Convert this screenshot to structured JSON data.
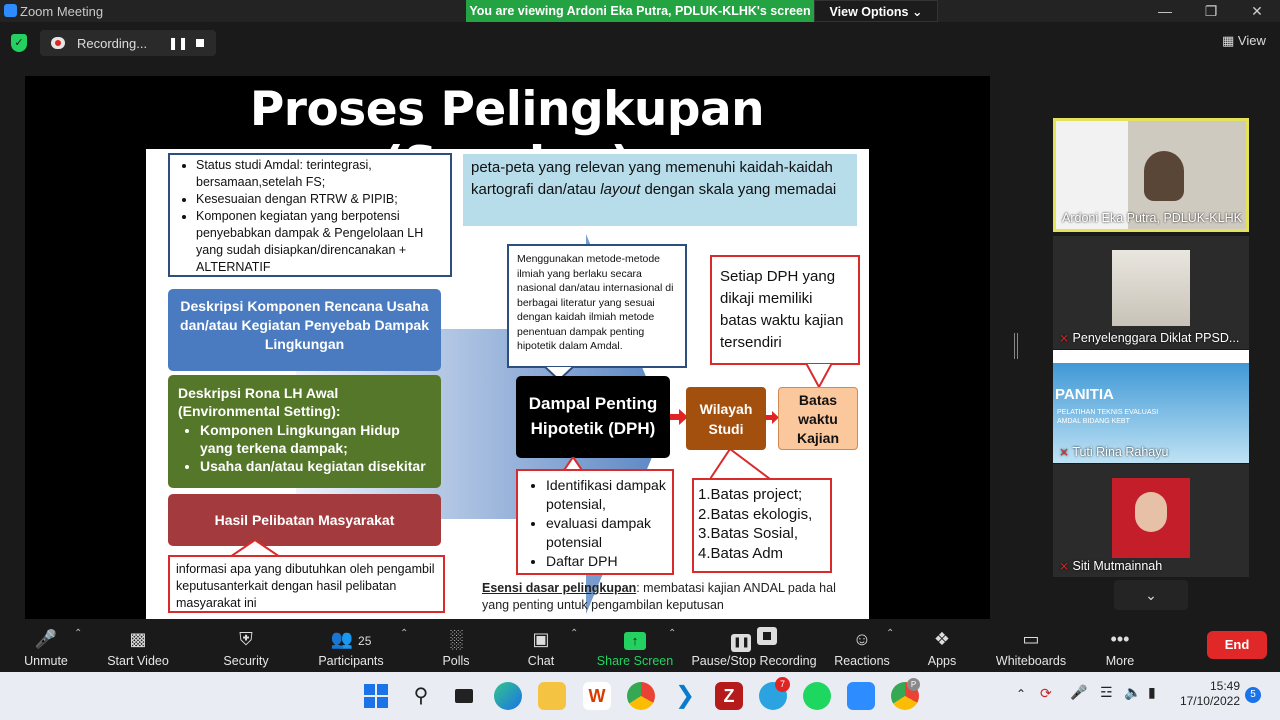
{
  "window": {
    "title": "Zoom Meeting",
    "banner": "You are viewing Ardoni Eka Putra, PDLUK-KLHK's screen",
    "view_options": "View Options ⌄",
    "recording_label": "Recording...",
    "view_label": "View"
  },
  "slide": {
    "title": "Proses Pelingkupan (Scoping)",
    "top_left_bullets": [
      "Status studi Amdal: terintegrasi, bersamaan,setelah FS;",
      "Kesesuaian dengan RTRW & PIPIB;",
      "Komponen kegiatan yang berpotensi penyebabkan dampak & Pengelolaan LH yang sudah disiapkan/direncanakan + ALTERNATIF"
    ],
    "peta_text_1": "peta-peta yang relevan yang memenuhi kaidah-kaidah kartografi dan/atau ",
    "peta_text_italic": "layout",
    "peta_text_2": " dengan skala yang memadai",
    "metode_text": "Menggunakan metode-metode ilmiah yang berlaku secara nasional dan/atau internasional di berbagai literatur yang sesuai dengan kaidah ilmiah metode penentuan dampak penting hipotetik dalam Amdal.",
    "setiap_text": "Setiap DPH yang dikaji memiliki batas waktu kajian tersendiri",
    "deskripsi_komponen": "Deskripsi Komponen Rencana Usaha dan/atau Kegiatan Penyebab Dampak Lingkungan",
    "rona_title": "Deskripsi Rona LH Awal (Environmental Setting):",
    "rona_bullets": [
      "Komponen Lingkungan Hidup yang terkena dampak;",
      "Usaha dan/atau kegiatan disekitar"
    ],
    "hasil_pelibatan": "Hasil Pelibatan Masyarakat",
    "informasi_text": "informasi apa yang dibutuhkan oleh pengambil keputusanterkait dengan hasil pelibatan masyarakat ini",
    "dph_label": "Dampal Penting Hipotetik (DPH)",
    "wilayah_label": "Wilayah Studi",
    "batas_label": "Batas waktu Kajian",
    "identifikasi_bullets": [
      "Identifikasi dampak potensial,",
      "evaluasi dampak potensial",
      "Daftar DPH"
    ],
    "batas_list": [
      "1.Batas project;",
      "2.Batas ekologis,",
      "3.Batas Sosial,",
      "4.Batas Adm"
    ],
    "esensi_label": "Esensi dasar pelingkupan",
    "esensi_text": ": membatasi kajian ANDAL pada hal yang penting untuk pengambilan keputusan"
  },
  "participants_panel": {
    "tiles": [
      {
        "name": "Ardoni Eka Putra, PDLUK-KLHK"
      },
      {
        "name": "Penyelenggara Diklat PPSD..."
      },
      {
        "name": "Tuti Rina Rahayu",
        "tile_title": "PANITIA",
        "tile_sub": "PELATIHAN TEKNIS EVALUASI AMDAL BIDANG KEBT"
      },
      {
        "name": "Siti Mutmainnah"
      }
    ]
  },
  "toolbar": {
    "unmute": "Unmute",
    "start_video": "Start Video",
    "security": "Security",
    "participants": "Participants",
    "participants_count": "25",
    "polls": "Polls",
    "chat": "Chat",
    "share_screen": "Share Screen",
    "pause_stop": "Pause/Stop Recording",
    "reactions": "Reactions",
    "apps": "Apps",
    "whiteboards": "Whiteboards",
    "more": "More",
    "end": "End"
  },
  "taskbar": {
    "time": "15:49",
    "date": "17/10/2022",
    "notif_count": "5",
    "chrome_badge": "P",
    "telegram_badge": "7"
  },
  "colors": {
    "banner_green": "#23a342",
    "end_red": "#e02828",
    "share_green": "#23d160",
    "active_speaker_border": "#e4e15a"
  }
}
